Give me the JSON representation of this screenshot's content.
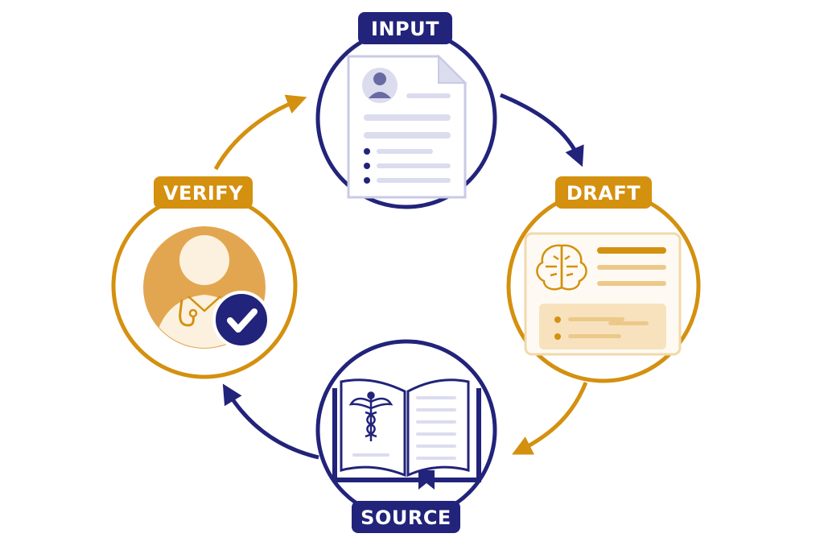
{
  "stages": {
    "input": {
      "label": "INPUT"
    },
    "draft": {
      "label": "DRAFT"
    },
    "source": {
      "label": "SOURCE"
    },
    "verify": {
      "label": "VERIFY"
    }
  },
  "colors": {
    "navy": "#22237a",
    "gold": "#d4900f",
    "gold_light": "#f7e2bd",
    "gold_pale": "#fcf1de",
    "lavender": "#dcdcef",
    "white": "#ffffff"
  },
  "icons": {
    "input": "document-profile-icon",
    "draft": "ai-brain-draft-icon",
    "source": "medical-book-icon",
    "verify": "doctor-checkmark-icon"
  }
}
